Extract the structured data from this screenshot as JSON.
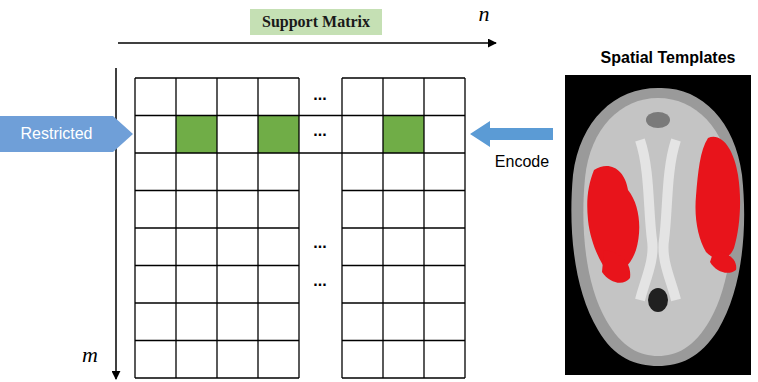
{
  "diagram": {
    "nodes": [
      {
        "text": [
          "Support Matrix"
        ]
      },
      {
        "text": [
          "Restricted"
        ]
      }
    ],
    "labels": [
      "n",
      "m",
      "...",
      "...",
      "...",
      "...",
      "Encode",
      "Spatial Templates"
    ]
  }
}
